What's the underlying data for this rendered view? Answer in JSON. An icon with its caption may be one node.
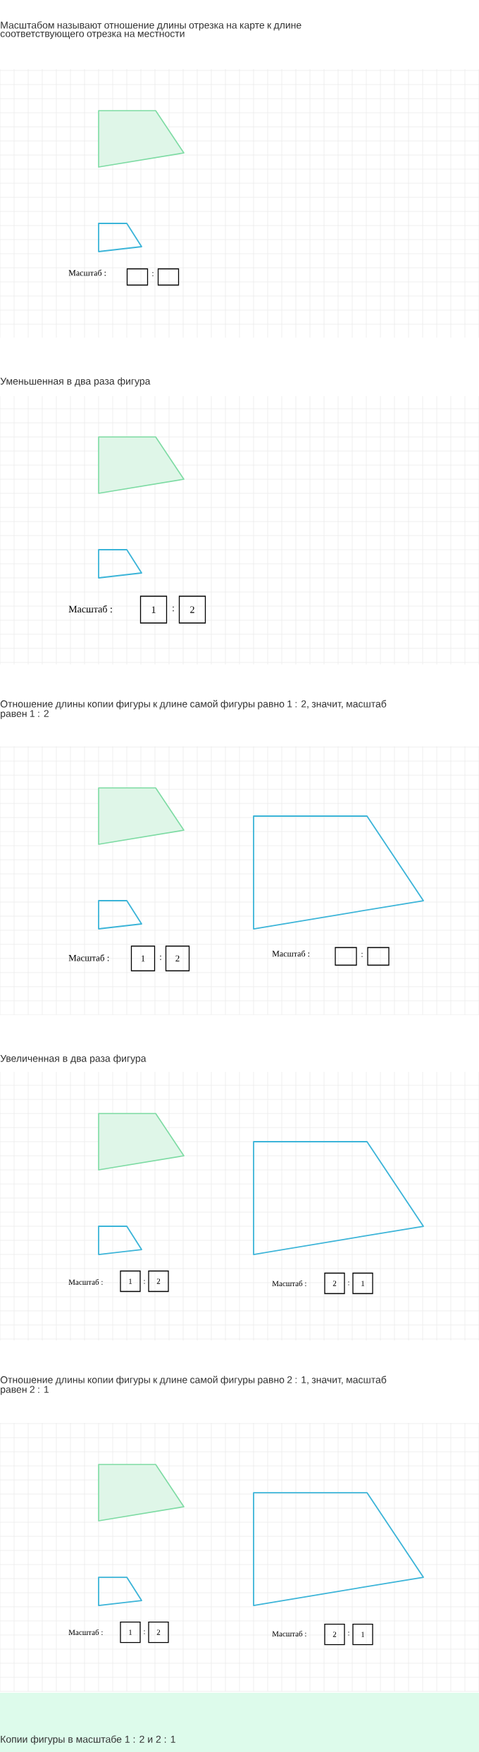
{
  "diagram": {
    "nodes": [
      {
        "text": [],
        "shape": "quadrilateral"
      },
      {
        "text": [],
        "shape": "quadrilateral"
      },
      {
        "text": [],
        "shape": "box",
        "beside": [
          "Масштаб :"
        ]
      },
      {
        "text": [],
        "shape": "box"
      },
      {
        "text": [],
        "shape": "quadrilateral"
      },
      {
        "text": [],
        "shape": "quadrilateral"
      },
      {
        "text": [
          "1"
        ],
        "beside": [
          "Масштаб :"
        ]
      },
      {
        "text": [
          "2"
        ]
      },
      {
        "text": [],
        "shape": "quadrilateral"
      },
      {
        "text": [],
        "shape": "quadrilateral"
      },
      {
        "text": [],
        "shape": "quadrilateral"
      },
      {
        "text": [
          "1"
        ],
        "beside": [
          "Масштаб :"
        ]
      },
      {
        "text": [
          "2"
        ]
      },
      {
        "text": [],
        "shape": "box",
        "beside": [
          "Масштаб :"
        ]
      },
      {
        "text": [],
        "shape": "box"
      },
      {
        "text": [],
        "shape": "quadrilateral"
      },
      {
        "text": [],
        "shape": "quadrilateral"
      },
      {
        "text": [],
        "shape": "quadrilateral"
      },
      {
        "text": [
          "1"
        ],
        "beside": [
          "Масштаб :"
        ]
      },
      {
        "text": [
          "2"
        ]
      },
      {
        "text": [
          "2"
        ],
        "beside": [
          "Масштаб :"
        ]
      },
      {
        "text": [
          "1"
        ]
      },
      {
        "text": [],
        "shape": "quadrilateral"
      },
      {
        "text": [],
        "shape": "quadrilateral"
      },
      {
        "text": [],
        "shape": "quadrilateral"
      },
      {
        "text": [
          "1"
        ],
        "beside": [
          "Масштаб :"
        ]
      },
      {
        "text": [
          "2"
        ]
      },
      {
        "text": [
          "2"
        ],
        "beside": [
          "Масштаб :"
        ]
      },
      {
        "text": [
          "1"
        ]
      }
    ],
    "labels": [
      "Масштабом называют отношение длины отрезка на карте к длине соответствующего отрезка на местности",
      ":",
      "Уменьшенная в два раза фигура",
      ":",
      "Отношение длины копии фигуры к длине самой фигуры равно 1 : 2, значит, масштаб равен 1 : 2",
      ":",
      ":",
      "Увеличенная в два раза фигура",
      ":",
      ":",
      "Отношение длины копии фигуры к длине самой фигуры равно 2 : 1, значит, масштаб равен 2 : 1",
      ":",
      ":",
      "Копии фигуры в масштабе 1 : 2 и 2 : 1"
    ]
  }
}
